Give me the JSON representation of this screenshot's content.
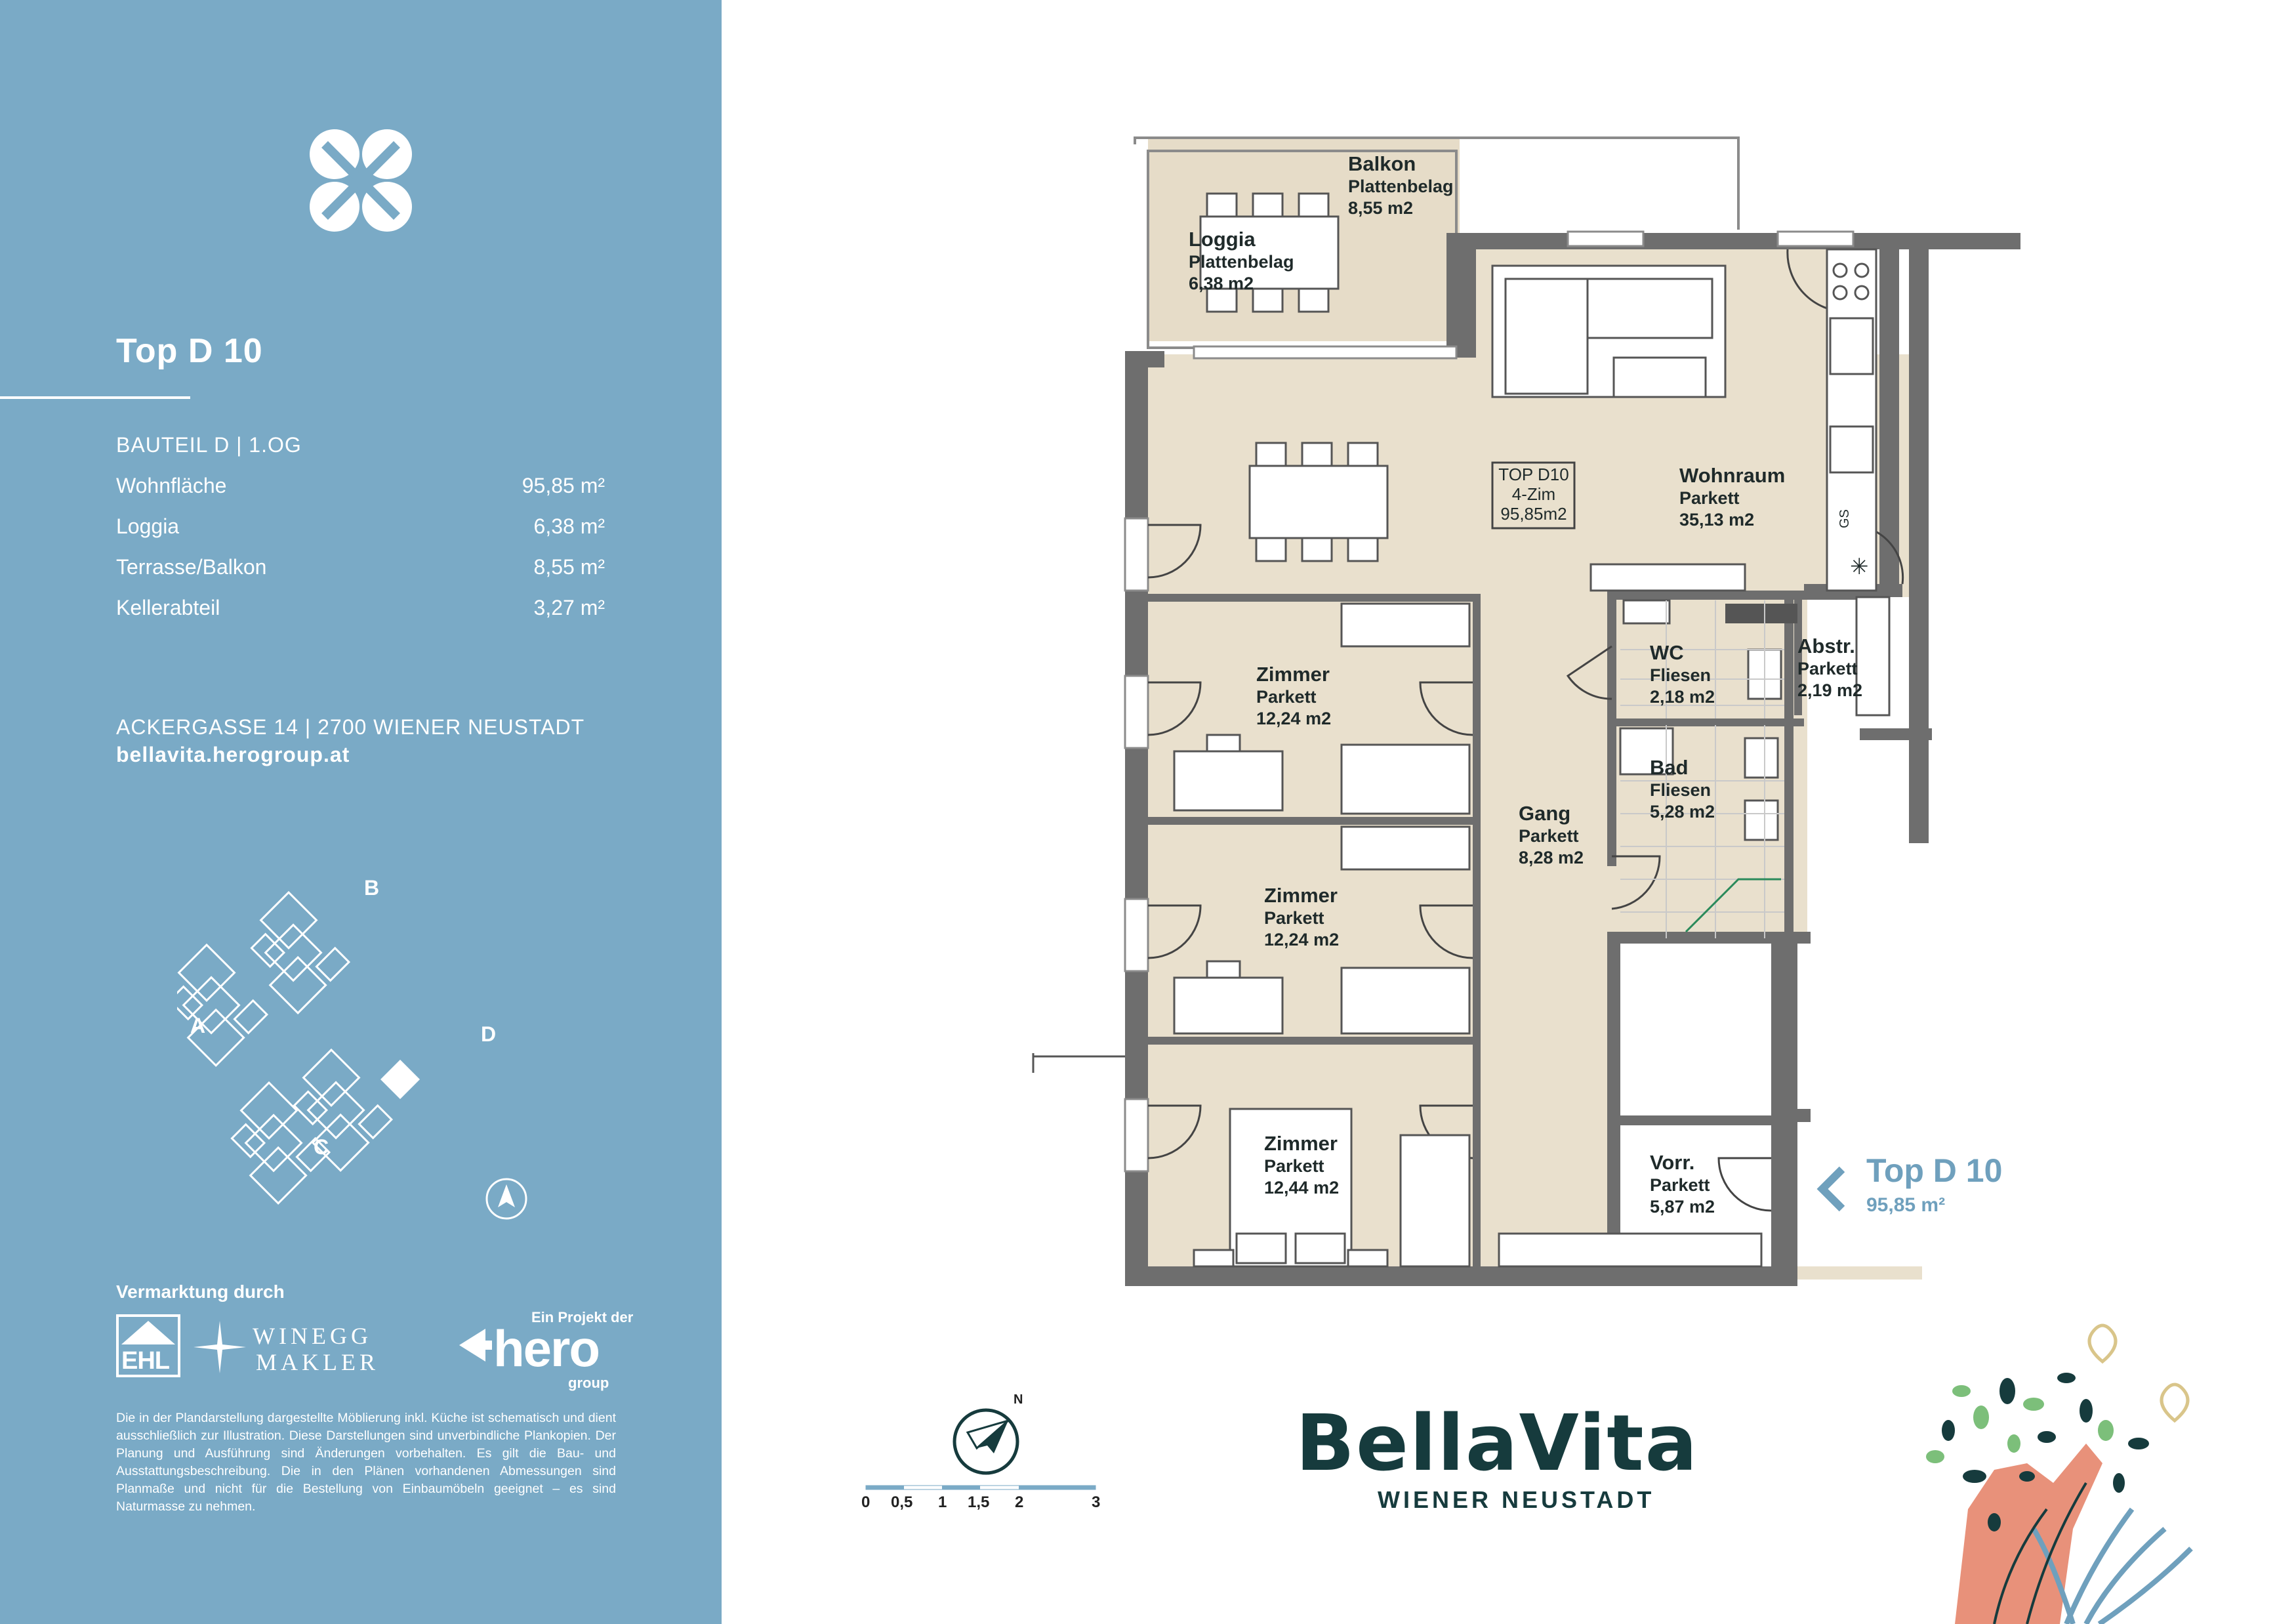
{
  "sidebar": {
    "title": "Top D 10",
    "section": "BAUTEIL D  |  1.OG",
    "specs": [
      {
        "label": "Wohnfläche",
        "value": "95,85 m²"
      },
      {
        "label": "Loggia",
        "value": "6,38 m²"
      },
      {
        "label": "Terrasse/Balkon",
        "value": "8,55 m²"
      },
      {
        "label": "Kellerabteil",
        "value": "3,27 m²"
      }
    ],
    "address": "ACKERGASSE 14  |  2700 WIENER NEUSTADT",
    "website": "bellavita.herogroup.at",
    "site_plan_labels": {
      "a": "A",
      "b": "B",
      "c": "C",
      "d": "D"
    },
    "marketing_label": "Vermarktung durch",
    "logos": {
      "ehl": "EHL",
      "winegg_line1": "WINEGG",
      "winegg_line2": "MAKLER",
      "hero_tag": "Ein Projekt der",
      "hero_name": "hero",
      "hero_sub": "group"
    },
    "disclaimer": "Die in der Plandarstellung dargestellte Möblierung inkl. Küche ist schematisch und dient ausschließlich zur Illustration. Diese Darstellungen sind unverbindliche Plankopien. Der Planung und Ausführung sind Änderungen vorbehalten. Es gilt die Bau- und Ausstattungsbeschreibung. Die in den Plänen vorhandenen Abmessungen sind Planmaße und nicht für die Bestellung von Einbaumöbeln geeignet – es sind Naturmasse zu nehmen."
  },
  "plan": {
    "rooms": {
      "balkon": {
        "name": "Balkon",
        "floor": "Plattenbelag",
        "area": "8,55 m2"
      },
      "loggia": {
        "name": "Loggia",
        "floor": "Plattenbelag",
        "area": "6,38 m2"
      },
      "wohnraum": {
        "name": "Wohnraum",
        "floor": "Parkett",
        "area": "35,13 m2"
      },
      "zimmer1": {
        "name": "Zimmer",
        "floor": "Parkett",
        "area": "12,24 m2"
      },
      "zimmer2": {
        "name": "Zimmer",
        "floor": "Parkett",
        "area": "12,24 m2"
      },
      "zimmer3": {
        "name": "Zimmer",
        "floor": "Parkett",
        "area": "12,44 m2"
      },
      "gang": {
        "name": "Gang",
        "floor": "Parkett",
        "area": "8,28 m2"
      },
      "wc": {
        "name": "WC",
        "floor": "Fliesen",
        "area": "2,18 m2"
      },
      "bad": {
        "name": "Bad",
        "floor": "Fliesen",
        "area": "5,28 m2"
      },
      "abstr": {
        "name": "Abstr.",
        "floor": "Parkett",
        "area": "2,19 m2"
      },
      "vorr": {
        "name": "Vorr.",
        "floor": "Parkett",
        "area": "5,87 m2"
      }
    },
    "unit_box": {
      "line1": "TOP D10",
      "line2": "4-Zim",
      "line3": "95,85m2"
    },
    "appliance_label": "GS"
  },
  "callout": {
    "title": "Top D 10",
    "area": "95,85 m²"
  },
  "scale_bar": {
    "ticks": [
      "0",
      "0,5",
      "1",
      "1,5",
      "2",
      "3"
    ],
    "north": "N"
  },
  "brand": {
    "name": "BellaVita",
    "sub": "WIENER NEUSTADT"
  },
  "colors": {
    "sidebar": "#7aaac6",
    "floor": "#e9e0cd",
    "wall": "#6e6e6e",
    "brand": "#163b3d",
    "accent": "#6fa0bd"
  }
}
